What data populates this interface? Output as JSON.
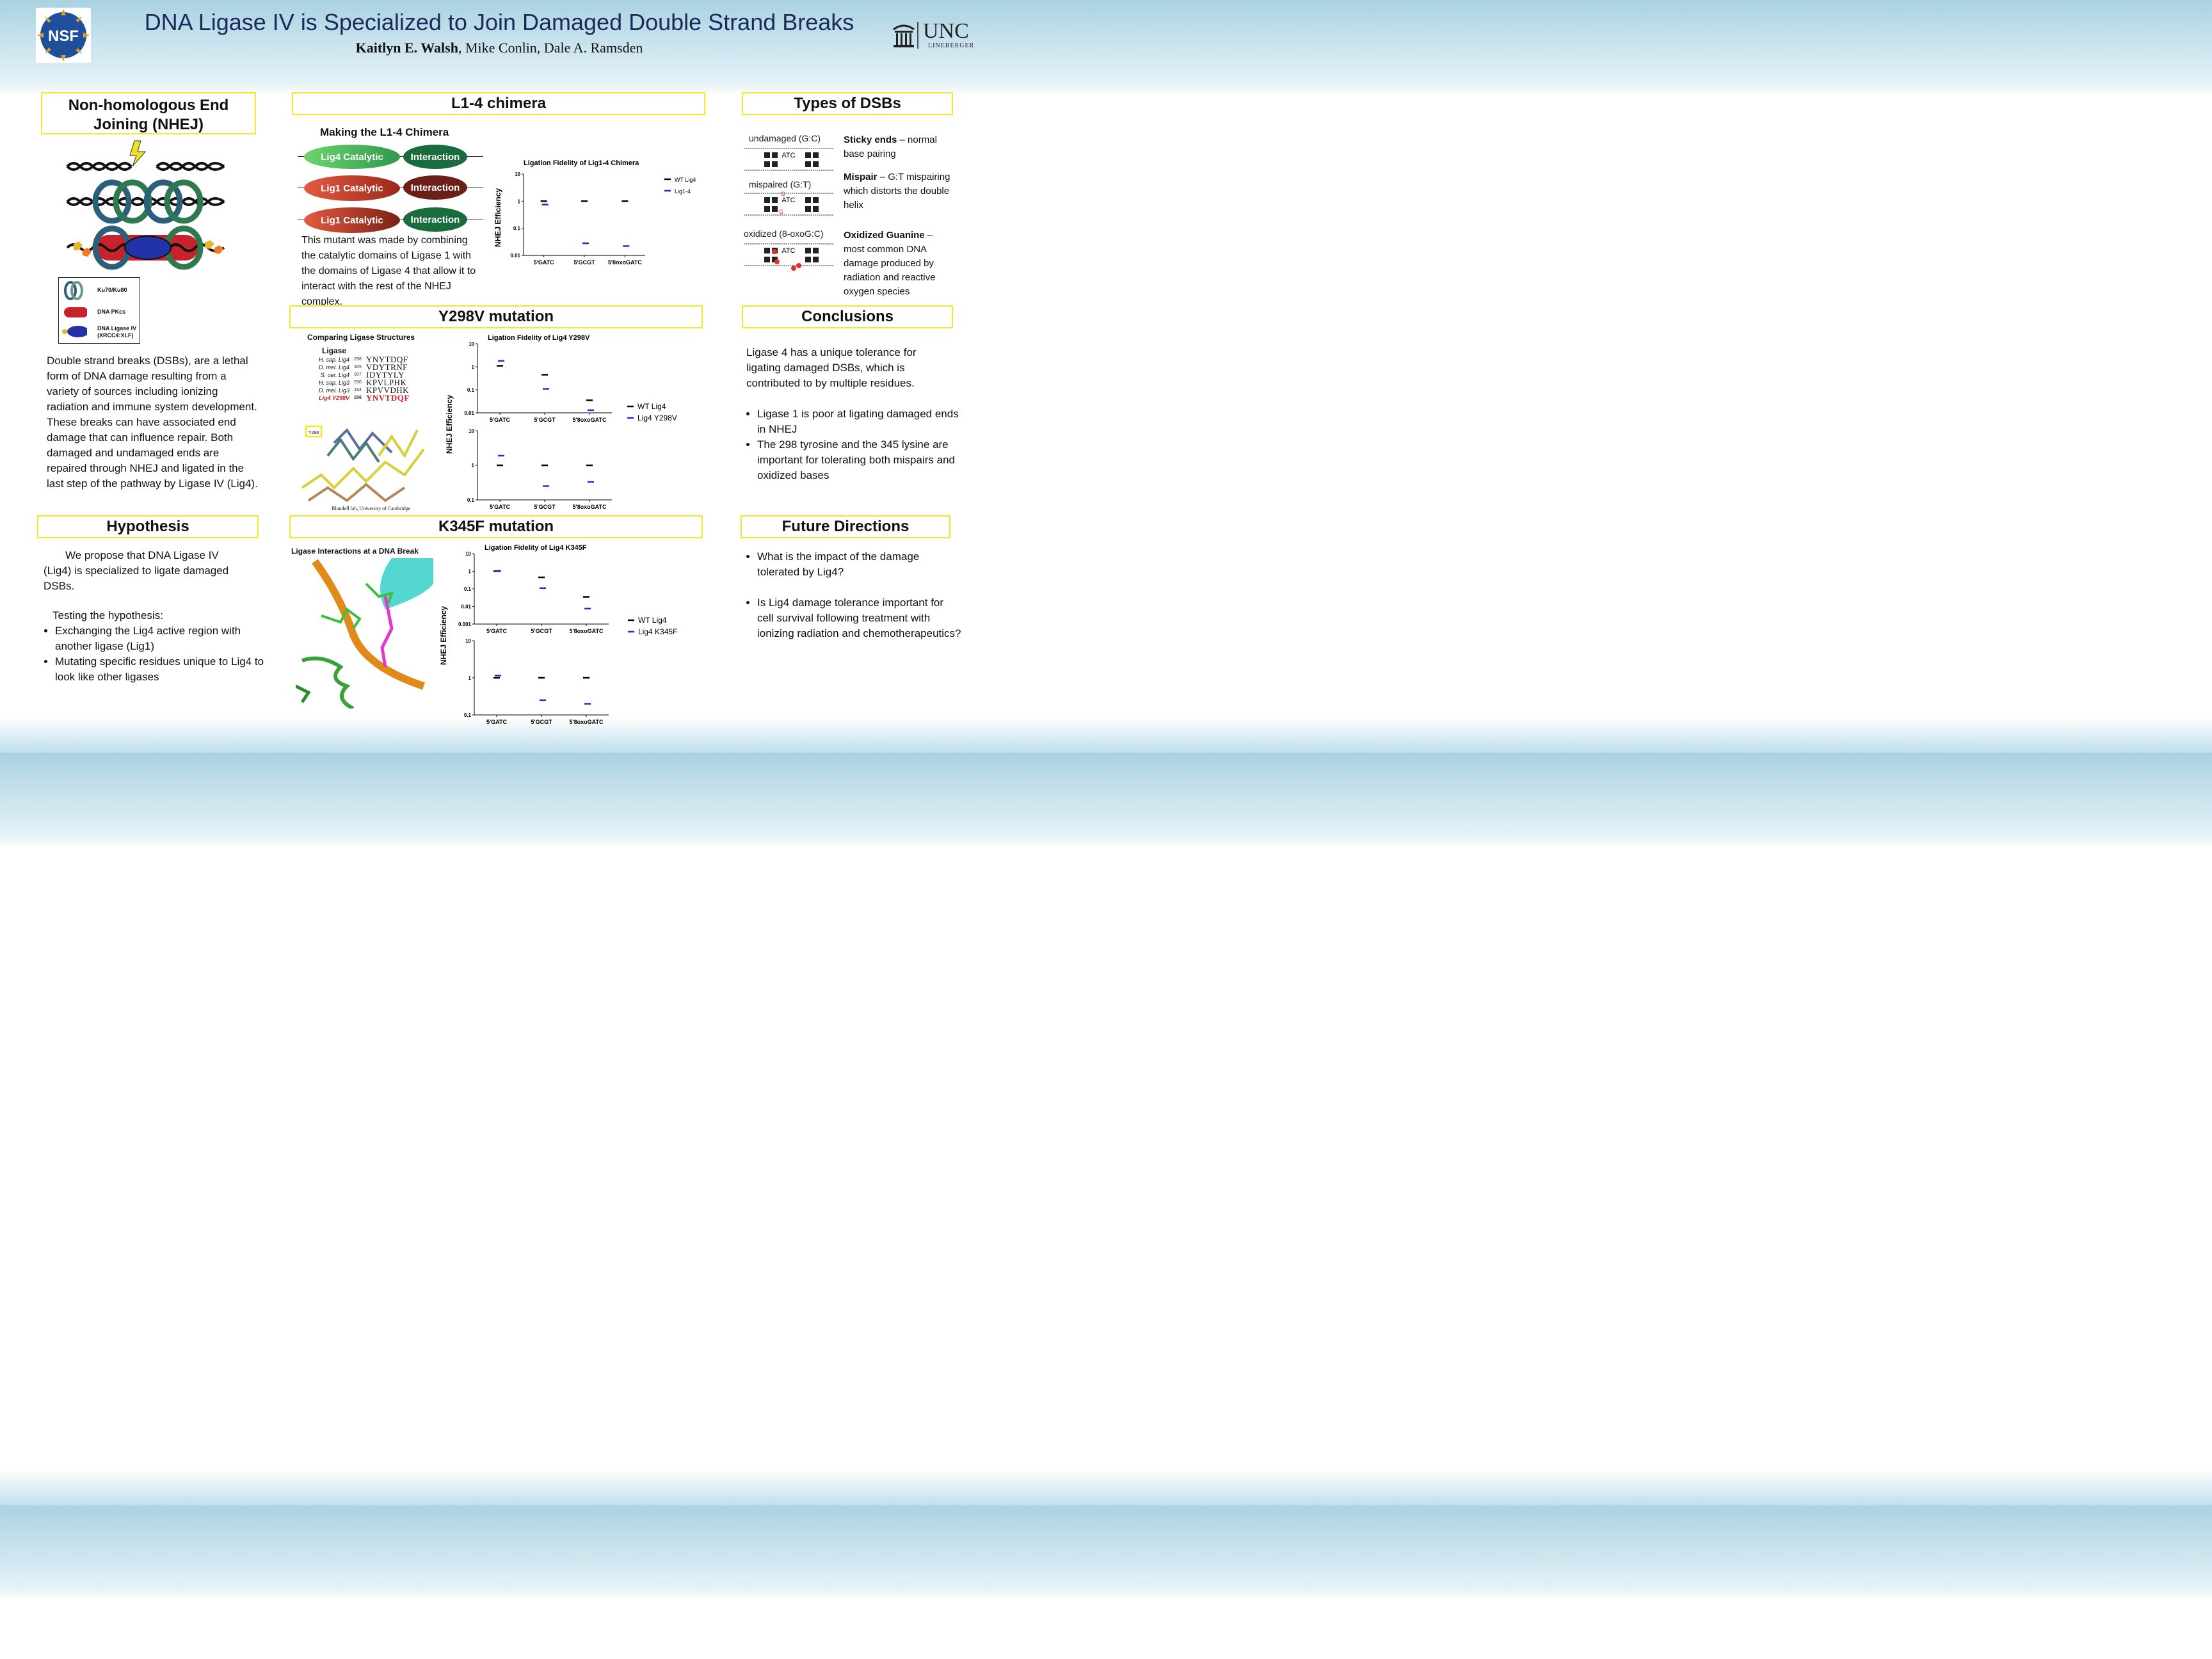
{
  "header": {
    "title": "DNA Ligase IV is Specialized to Join Damaged Double Strand Breaks",
    "author_bold": "Kaitlyn E. Walsh",
    "authors_rest": ", Mike Conlin, Dale A. Ramsden",
    "nsf_logo": "NSF",
    "unc_logo": "UNC",
    "unc_sub": "LINEBERGER"
  },
  "nhej": {
    "heading": "Non-homologous End Joining (NHEJ)",
    "legend": [
      "Ku70/Ku80",
      "DNA PKcs",
      "DNA Ligase IV",
      "(XRCC4:XLF)"
    ],
    "body": "Double strand breaks (DSBs), are a lethal form of DNA damage resulting from a variety of sources including ionizing radiation and immune system development. These breaks can have associated end damage that can influence repair. Both damaged and undamaged ends are repaired through NHEJ and ligated in the last step of the pathway by Ligase IV (Lig4)."
  },
  "hypothesis": {
    "heading": "Hypothesis",
    "body": "We propose that DNA Ligase IV (Lig4) is specialized to ligate damaged DSBs.",
    "testing": "Testing the hypothesis:",
    "bullets": [
      "Exchanging the Lig4 active region with another ligase (Lig1)",
      "Mutating specific residues unique to Lig4 to look like other ligases"
    ]
  },
  "chimera": {
    "heading": "L1-4 chimera",
    "subtitle": "Making the L1-4 Chimera",
    "rows": [
      {
        "catalytic": "Lig4 Catalytic",
        "interaction": "Interaction"
      },
      {
        "catalytic": "Lig1 Catalytic",
        "interaction": "Interaction"
      },
      {
        "catalytic": "Lig1 Catalytic",
        "interaction": "Interaction"
      }
    ],
    "body": "This mutant was made by combining the catalytic domains of Ligase 1 with the domains of Ligase 4 that allow it to interact with the rest of the NHEJ complex."
  },
  "y298v": {
    "heading": "Y298V mutation",
    "struct_title": "Comparing Ligase Structures",
    "align_header": "Ligase",
    "alignment": [
      {
        "name": "H. sap. Lig4",
        "pos": "298",
        "seq": "YNYTDQF"
      },
      {
        "name": "D. mel. Lig4",
        "pos": "305",
        "seq": "VDYTRNF"
      },
      {
        "name": "S. cer. Lig4",
        "pos": "307",
        "seq": "IDYTYLY"
      },
      {
        "name": "H. sap. Lig3",
        "pos": "530",
        "seq": "KPVLPHK"
      },
      {
        "name": "D. mel. Lig3",
        "pos": "184",
        "seq": "KPVVDHK"
      },
      {
        "name": "Lig4 Y298V",
        "pos": "298",
        "seq": "YNVTDQF"
      }
    ],
    "struct_label": "Y298",
    "credit": "Blundell lab, University of Cambridge"
  },
  "k345f": {
    "heading": "K345F mutation",
    "struct_title": "Ligase Interactions at a DNA Break"
  },
  "types": {
    "heading": "Types of DSBs",
    "items": [
      {
        "diagram": "undamaged (G:C)",
        "bold": "Sticky ends",
        "text": " – normal base pairing"
      },
      {
        "diagram": "mispaired (G:T)",
        "bold": "Mispair",
        "text": " – G:T mispairing  which distorts the double helix"
      },
      {
        "diagram": "oxidized (8-oxoG:C)",
        "bold": "Oxidized Guanine",
        "text": " – most common DNA damage produced by radiation and reactive oxygen species"
      }
    ]
  },
  "conclusions": {
    "heading": "Conclusions",
    "body": "Ligase 4 has a unique tolerance for ligating damaged DSBs, which is contributed to by  multiple residues.",
    "bullets": [
      "Ligase 1 is poor at ligating damaged ends in NHEJ",
      "The 298 tyrosine  and the 345 lysine are important for tolerating both mispairs and oxidized bases"
    ]
  },
  "future": {
    "heading": "Future Directions",
    "bullets": [
      "What is the impact of the damage tolerated by Lig4?",
      "Is Lig4 damage tolerance important for cell survival following treatment with ionizing radiation and chemotherapeutics?"
    ]
  },
  "chart_data": [
    {
      "id": "chimera",
      "type": "scatter",
      "title": "Ligation Fidelity of Lig1-4 Chimera",
      "ylabel": "NHEJ Efficiency",
      "yscale": "log",
      "ylim": [
        0.01,
        10
      ],
      "yticks": [
        "10",
        "1",
        "0.1",
        "0.01"
      ],
      "categories": [
        "5'GATC",
        "5'GCGT",
        "5'8oxoGATC"
      ],
      "series": [
        {
          "name": "WT Lig4",
          "color": "#000000",
          "values": [
            1.0,
            1.0,
            1.0
          ]
        },
        {
          "name": "Lig1-4",
          "color": "#1f2fd6",
          "values": [
            0.75,
            0.028,
            0.022
          ]
        }
      ]
    },
    {
      "id": "y298v",
      "type": "scatter",
      "title": "Ligation Fidelity of Lig4 Y298V",
      "ylabel": "NHEJ Efficiency",
      "yscale": "log",
      "panels": [
        {
          "ylim": [
            0.01,
            10
          ],
          "yticks": [
            "10",
            "1",
            "0.1",
            "0.01"
          ],
          "categories": [
            "5'GATC",
            "5'GCGT",
            "5'8oxoGATC"
          ],
          "series": [
            {
              "name": "WT Lig4",
              "color": "#000000",
              "values": [
                1.1,
                0.45,
                0.035
              ]
            },
            {
              "name": "Lig4 Y298V",
              "color": "#1f2fd6",
              "values": [
                1.8,
                0.11,
                0.013
              ]
            }
          ]
        },
        {
          "ylim": [
            0.1,
            10
          ],
          "yticks": [
            "10",
            "1",
            "0.1"
          ],
          "categories": [
            "5'GATC",
            "5'GCGT",
            "5'8oxoGATC"
          ],
          "series": [
            {
              "name": "WT Lig4",
              "color": "#000000",
              "values": [
                1.0,
                1.0,
                1.0
              ]
            },
            {
              "name": "Lig4 Y298V",
              "color": "#1f2fd6",
              "values": [
                1.9,
                0.25,
                0.33
              ]
            }
          ]
        }
      ]
    },
    {
      "id": "k345f",
      "type": "scatter",
      "title": "Ligation Fidelity of Lig4 K345F",
      "ylabel": "NHEJ Efficiency",
      "yscale": "log",
      "panels": [
        {
          "ylim": [
            0.001,
            10
          ],
          "yticks": [
            "10",
            "1",
            "0.1",
            "0.01",
            "0.001"
          ],
          "categories": [
            "5'GATC",
            "5'GCGT",
            "5'8oxoGATC"
          ],
          "series": [
            {
              "name": "WT Lig4",
              "color": "#000000",
              "values": [
                1.0,
                0.45,
                0.035
              ]
            },
            {
              "name": "Lig4 K345F",
              "color": "#1f2fd6",
              "values": [
                1.05,
                0.11,
                0.0075
              ]
            }
          ]
        },
        {
          "ylim": [
            0.1,
            10
          ],
          "yticks": [
            "10",
            "1",
            "0.1"
          ],
          "categories": [
            "5'GATC",
            "5'GCGT",
            "5'8oxoGATC"
          ],
          "series": [
            {
              "name": "WT Lig4",
              "color": "#000000",
              "values": [
                1.0,
                1.0,
                1.0
              ]
            },
            {
              "name": "Lig4 K345F",
              "color": "#1f2fd6",
              "values": [
                1.15,
                0.25,
                0.2
              ]
            }
          ]
        }
      ]
    }
  ]
}
